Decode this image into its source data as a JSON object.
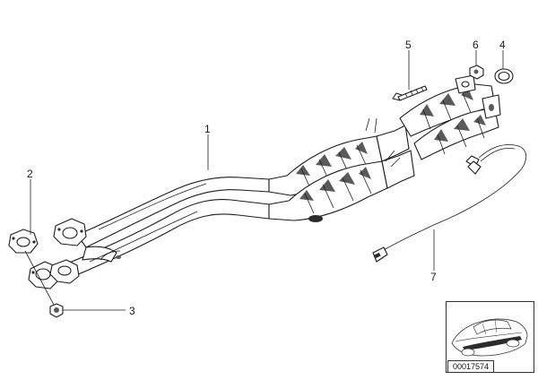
{
  "callouts": [
    {
      "id": "1",
      "label": "1"
    },
    {
      "id": "2",
      "label": "2"
    },
    {
      "id": "3",
      "label": "3"
    },
    {
      "id": "4",
      "label": "4"
    },
    {
      "id": "5",
      "label": "5"
    },
    {
      "id": "6",
      "label": "6"
    },
    {
      "id": "7",
      "label": "7"
    }
  ],
  "diagram_code": "00017574"
}
